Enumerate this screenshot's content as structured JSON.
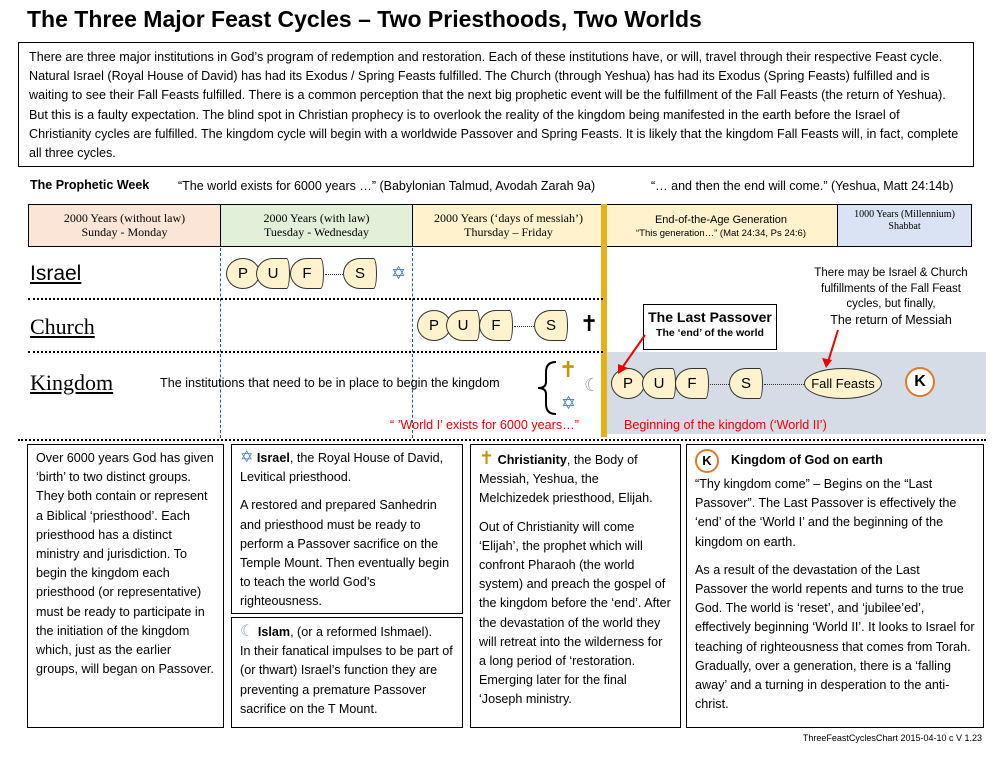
{
  "title": "The Three Major Feast Cycles – Two Priesthoods, Two Worlds",
  "intro": "There are three major institutions in God’s program of redemption and restoration. Each of these institutions have, or will, travel through their respective Feast cycle. Natural Israel (Royal House of David) has had its Exodus / Spring Feasts fulfilled. The Church (through Yeshua) has had its Exodus (Spring Feasts) fulfilled and is waiting to see their Fall Feasts fulfilled. There is a common perception that the next big prophetic event will be the fulfillment of the Fall Feasts (the return of Yeshua). But this is a faulty expectation. The blind spot in Christian prophecy is to overlook the reality of the kingdom being manifested in the earth before the Israel of Christianity cycles are fulfilled. The kingdom cycle will begin with a worldwide Passover and Spring Feasts. It is likely that the kingdom Fall Feasts will, in fact, complete all three cycles.",
  "week": {
    "title": "The Prophetic Week",
    "quote1": "“The world exists for 6000 years …” (Babylonian Talmud, Avodah Zarah 9a)",
    "quote2": "“… and then the end will come.” (Yeshua, Matt 24:14b)",
    "segments": [
      {
        "l1": "2000 Years (without law)",
        "l2": "Sunday - Monday",
        "color": "#fbe5d6"
      },
      {
        "l1": "2000 Years (with law)",
        "l2": "Tuesday - Wednesday",
        "color": "#e2f0d9"
      },
      {
        "l1": "2000 Years (‘days of messiah’)",
        "l2": "Thursday – Friday",
        "color": "#fff2cc"
      },
      {
        "l1": "End-of-the-Age Generation",
        "l2": "“This generation…” (Mat 24:34, Ps 24:6)",
        "color": "#fff2cc"
      },
      {
        "l1": "1000 Years (Millennium)",
        "l2": "Shabbat",
        "color": "#dae3f3"
      }
    ]
  },
  "rows": {
    "israel": "Israel",
    "church": "Church",
    "kingdom": "Kingdom"
  },
  "feasts": {
    "p": "P",
    "u": "U",
    "f": "F",
    "s": "S",
    "fall": "Fall Feasts",
    "k": "K"
  },
  "institutions_text": "The institutions that need to be in place to begin the kingdom",
  "world1": "“ ’World I’ exists for 6000 years…”",
  "world2": "Beginning of the kingdom (‘World II’)",
  "last_passover": {
    "title": "The Last Passover",
    "sub": "The ‘end’ of the world"
  },
  "fall_note": {
    "line1": "There may be Israel & Church",
    "line2": "fulfillments of the Fall Feast",
    "line3": "cycles, but finally,",
    "line4": "The return of Messiah"
  },
  "cards": {
    "c1": "Over 6000 years God has given ‘birth’ to two distinct groups. They both contain or represent a Biblical ‘priesthood’. Each priesthood has a distinct ministry and jurisdiction. To begin the kingdom each priesthood (or representative) must be ready to participate in the initiation of the kingdom which, just as the earlier groups, will began on Passover.",
    "c2_head": "Israel",
    "c2_head_rest": ", the Royal House of David, Levitical priesthood.",
    "c2_p2": "A restored and prepared Sanhedrin and priesthood must be ready to perform a Passover sacrifice on the Temple Mount. Then eventually begin to teach the world God’s righteousness.",
    "c2b_head": "Islam",
    "c2b_head_rest": ", (or a reformed Ishmael).",
    "c2b_p": "In their fanatical impulses to be part of (or thwart) Israel’s function they are preventing a premature Passover sacrifice on the T Mount.",
    "c3_head": "Christianity",
    "c3_head_rest": ", the Body of Messiah, Yeshua, the Melchizedek priesthood, Elijah.",
    "c3_p2": "Out of Christianity will come ‘Elijah’, the prophet which will confront Pharaoh (the world system) and preach the gospel of the kingdom before the ‘end’. After the devastation of the world they will retreat into the wilderness for a long period of ‘restoration. Emerging later for the final ‘Joseph ministry.",
    "c4_head": "Kingdom of God on earth",
    "c4_p1": "“Thy kingdom come” – Begins on the “Last Passover”. The Last Passover is effectively the ‘end’ of the ‘World I’ and the beginning of the kingdom on earth.",
    "c4_p2": "As a result of the devastation of the Last Passover the world repents and turns to the true God. The world is ‘reset’, and ‘jubilee’ed’, effectively beginning ‘World II’. It looks to Israel for teaching of righteousness that comes from Torah. Gradually, over a generation, there is a ‘falling away’ and a turning in desperation to the anti-christ."
  },
  "footer": "ThreeFeastCyclesChart   2015-04-10 c   V 1.23"
}
